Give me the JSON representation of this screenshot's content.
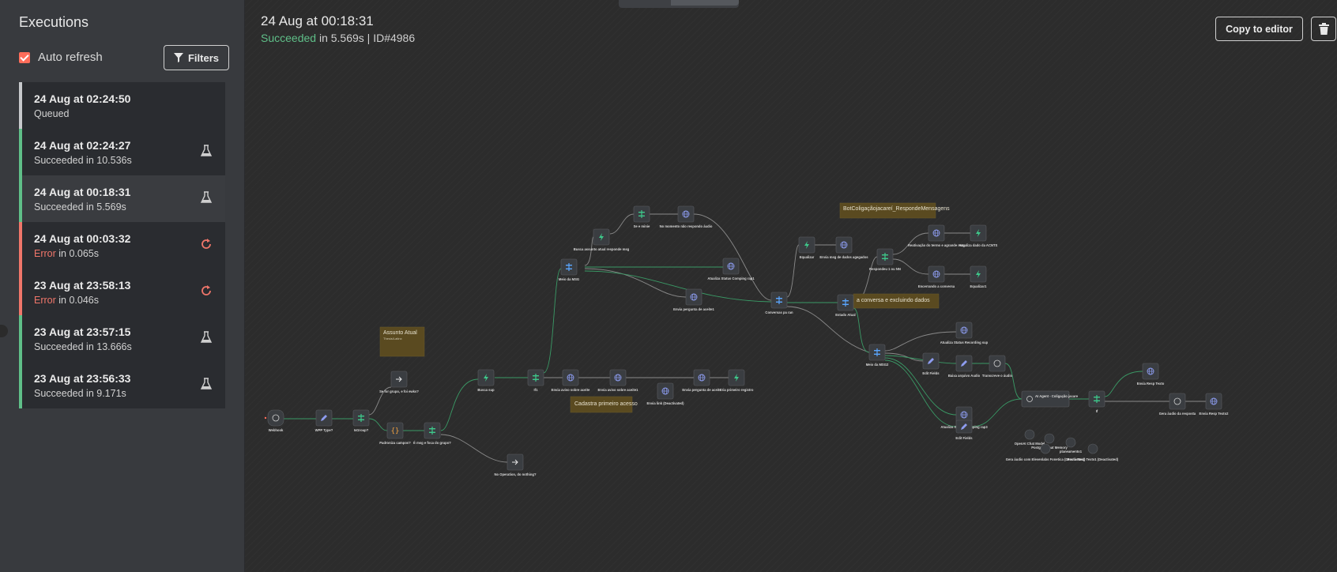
{
  "sidebar": {
    "title": "Executions",
    "auto_refresh_label": "Auto refresh",
    "filters_label": "Filters",
    "executions": [
      {
        "date": "24 Aug at 02:24:50",
        "status": "Queued",
        "duration": ""
      },
      {
        "date": "24 Aug at 02:24:27",
        "status": "Succeeded",
        "duration": " in 10.536s"
      },
      {
        "date": "24 Aug at 00:18:31",
        "status": "Succeeded",
        "duration": " in 5.569s"
      },
      {
        "date": "24 Aug at 00:03:32",
        "status": "Error",
        "duration": " in 0.065s"
      },
      {
        "date": "23 Aug at 23:58:13",
        "status": "Error",
        "duration": " in 0.046s"
      },
      {
        "date": "23 Aug at 23:57:15",
        "status": "Succeeded",
        "duration": " in 13.666s"
      },
      {
        "date": "23 Aug at 23:56:33",
        "status": "Succeeded",
        "duration": " in 9.171s"
      }
    ]
  },
  "header": {
    "title": "24 Aug at 00:18:31",
    "status": "Succeeded",
    "detail": " in 5.569s | ID#4986",
    "copy_label": "Copy to editor"
  },
  "colors": {
    "success": "#5fbf88",
    "error": "#f0766a",
    "accent": "#ff6d5a",
    "sticky": "#5a4a20"
  },
  "workflow": {
    "stickies": {
      "assunto": "Assunto Atual",
      "assunto_sub": "Thesis/Latinx",
      "cadastra": "Cadastra primeiro acesso",
      "bot": "BotColigaçãojacareí_RespondeMensagens",
      "conversa": "a conversa e excluindo dados"
    },
    "nodes": {
      "webhook": "Webhook",
      "wpp_type": "WPP Type?",
      "isgroup": "IsGroup?",
      "padroniza": "Padroniza campos?",
      "e_msg": "É msg e foca do grupo?",
      "se_for_grupo": "Se for grupo, e foi ewks?",
      "no_operation": "No Operation, do nothing?",
      "busca_sup": "Busca sup",
      "if1": "If1",
      "envia_aviso1": "Envia aviso sobre aceite",
      "envia_aviso2": "Envia aviso sobre aceite1",
      "envia_link": "Envia link (Deactivated)",
      "envia_pergunta_aceite": "Envia pergunta de aceite",
      "cria_primeiro": "Cria primeiro registro",
      "meio_msg": "Meio da MSG",
      "busca_assunto": "Busca assunto atual responde msg",
      "se_e_minie": "Se e minie",
      "no_momento": "No momento não respondo áudio",
      "atualiza_status": "Atualiza Status Comping rap1",
      "envia_pergunta": "Envia pergunta de aceite1",
      "conversas": "Conversas pa ran",
      "equalizar": "Equalizar",
      "envia_msg_dados": "Envia msg de dados agegados",
      "respondeu": "Respondeu 1 ou NN",
      "reativacao": "Reativação do termo e agrande msg",
      "atualiza_acento": "Atualiza dado da ACNTS",
      "encerrando": "Encerrando a conversa",
      "equalizar1": "Equalizar1",
      "estado_atual": "Estado Atual",
      "meio_msg2": "Meio da MSG2",
      "edit_fields": "Edit Fields",
      "atualiza_status2": "Atualiza Status Recording sup",
      "atualiza_status3": "Atualiza Status Comping rap3",
      "baixa_arquivo": "Baixa arquivo Audio",
      "transcreve": "Transcreve o áudio",
      "edit_fields2": "Edit Fields",
      "ai_agent": "AI Agent - Coligação jacare",
      "openai_chat": "OpenAI Chat Model",
      "postgres_chat": "Postgres Chat Memory",
      "planeamento": "planeamento1",
      "gera_audio": "Gera áudio com Elevenlabs Fonetica (Deactivated)",
      "envia_resp_texto1": "Envia Resp Texto1 (Deactivated)",
      "if2": "If",
      "envia_resp_texto": "Envia Resp Texto",
      "gera_audio_resposta": "Gera áudio da resposta",
      "envia_resp_texto2": "Envia Resp Texto2"
    }
  }
}
